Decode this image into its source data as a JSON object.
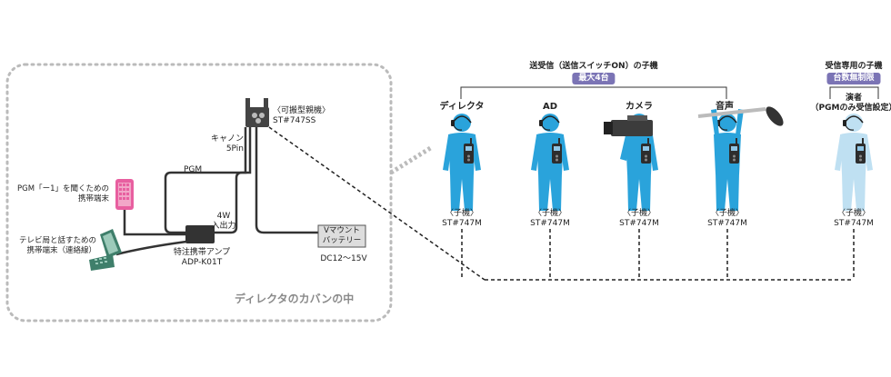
{
  "bag": {
    "title": "ディレクタのカバンの中",
    "base_station": "〈可搬型親機〉\nST#747SS",
    "antenna_label": "キャノン\n5Pin",
    "pgm_label": "PGM",
    "amp_io_label": "4W\n入出力",
    "amp_label": "特注携帯アンプ\nADP-K01T",
    "battery_label": "Vマウント\nバッテリー",
    "dc_label": "DC12〜15V",
    "phone_label": "PGM「ー1」を聞くための\n携帯端末",
    "flip_label": "テレビ局と話すための\n携帯端末（連絡線）"
  },
  "group_tx": {
    "title": "送受信（送信スイッチON）の子機",
    "badge": "最大4台"
  },
  "group_rx": {
    "title": "受信専用の子機",
    "badge": "台数無制限"
  },
  "handsets": [
    {
      "role": "ディレクタ",
      "model": "〈子機〉\nST#747M"
    },
    {
      "role": "AD",
      "model": "〈子機〉\nST#747M"
    },
    {
      "role": "カメラ",
      "model": "〈子機〉\nST#747M"
    },
    {
      "role": "音声",
      "model": "〈子機〉\nST#747M"
    },
    {
      "role": "演者\n（PGMのみ受信設定）",
      "model": "〈子機〉\nST#747M"
    }
  ],
  "colors": {
    "person_blue": "#2aa3db",
    "person_light": "#bfe0f2",
    "bag_border": "#bbbbbb",
    "badge_purple": "#7b74b5"
  }
}
